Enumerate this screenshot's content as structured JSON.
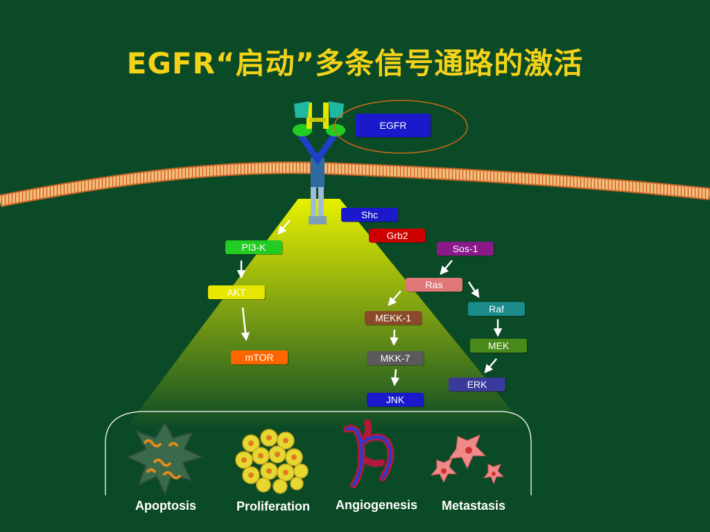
{
  "slide": {
    "title": "EGFR“启动”多条信号通路的激活"
  },
  "nodes": {
    "egfr": "EGFR",
    "shc": "Shc",
    "grb2": "Grb2",
    "sos1": "Sos-1",
    "pi3k": "PI3-K",
    "akt": "AKT",
    "mtor": "mTOR",
    "ras": "Ras",
    "raf": "Raf",
    "mek": "MEK",
    "erk": "ERK",
    "mekk1": "MEKK-1",
    "mkk7": "MKK-7",
    "jnk": "JNK"
  },
  "outcomes": {
    "apoptosis": "Apoptosis",
    "proliferation": "Proliferation",
    "angiogenesis": "Angiogenesis",
    "metastasis": "Metastasis"
  },
  "colors": {
    "background": "#0b4a26",
    "title": "#f4d21a",
    "egfr": "#1a1acc",
    "shc": "#1a1acc",
    "grb2": "#cc0000",
    "sos1": "#8a1a8a",
    "pi3k": "#22cc22",
    "akt": "#e6e600",
    "mtor": "#ff6600",
    "ras": "#e07878",
    "raf": "#1a8a8a",
    "mek": "#4a8a1a",
    "erk": "#3a3a9a",
    "mekk1": "#8a4a2a",
    "mkk7": "#5a5a5a",
    "jnk": "#1a1acc"
  }
}
